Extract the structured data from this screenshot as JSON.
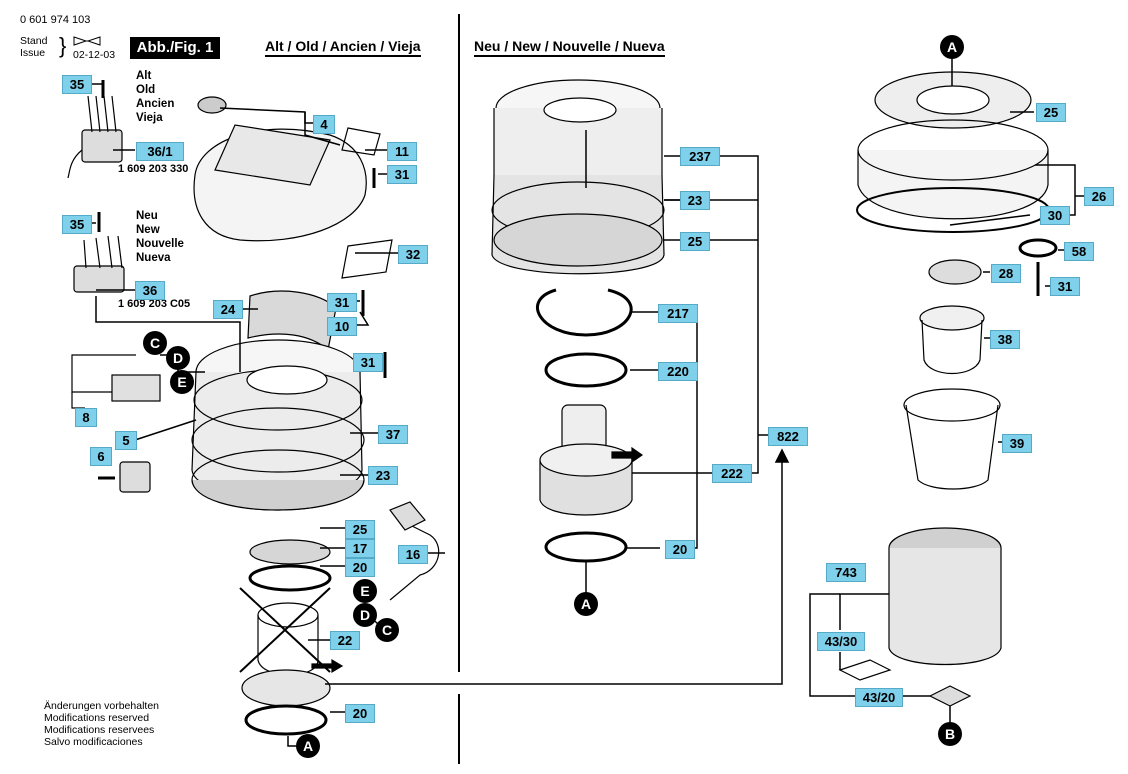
{
  "doc_number": "0 601 974 103",
  "stand_label": "Stand",
  "issue_label": "Issue",
  "issue_date": "02-12-03",
  "figure_label": "Abb./Fig. 1",
  "header_old": "Alt / Old / Ancien / Vieja",
  "header_new": "Neu / New / Nouvelle / Nueva",
  "old_variant": [
    "Alt",
    "Old",
    "Ancien",
    "Vieja"
  ],
  "new_variant": [
    "Neu",
    "New",
    "Nouvelle",
    "Nueva"
  ],
  "part_number_old": "1 609 203 330",
  "part_number_new": "1 609 203 C05",
  "footer_notes": [
    "Änderungen vorbehalten",
    "Modifications reserved",
    "Modifications reservees",
    "Salvo modificaciones"
  ],
  "tags": {
    "t35a": "35",
    "t36_1": "36/1",
    "t4": "4",
    "t11": "11",
    "t31a": "31",
    "t32": "32",
    "t35b": "35",
    "t36": "36",
    "t24": "24",
    "t31b": "31",
    "t10": "10",
    "t31c": "31",
    "t8": "8",
    "t5": "5",
    "t6": "6",
    "t37": "37",
    "t23a": "23",
    "t25a": "25",
    "t17": "17",
    "t16": "16",
    "t20a": "20",
    "t22": "22",
    "t20b": "20",
    "t237": "237",
    "t23b": "23",
    "t25b": "25",
    "t217": "217",
    "t220": "220",
    "t222": "222",
    "t20c": "20",
    "t822": "822",
    "t25c": "25",
    "t26": "26",
    "t30": "30",
    "t58": "58",
    "t28": "28",
    "t31d": "31",
    "t38": "38",
    "t39": "39",
    "t743": "743",
    "t43_30": "43/30",
    "t43_20": "43/20"
  },
  "callouts": {
    "c1": "C",
    "d1": "D",
    "e1": "E",
    "e2": "E",
    "d2": "D",
    "c2": "C",
    "a1": "A",
    "a2": "A",
    "a3": "A",
    "b1": "B"
  }
}
